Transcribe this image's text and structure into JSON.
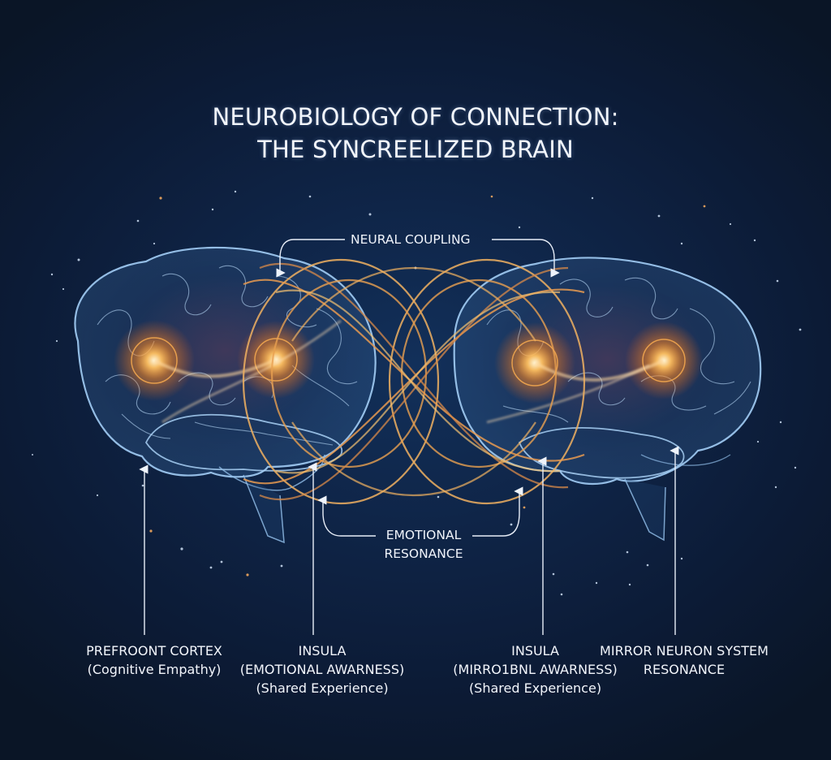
{
  "title": {
    "line1": "NEUROBIOLOGY OF CONNECTION:",
    "line2": "THE SYNCREELIZED BRAIN"
  },
  "connectors": {
    "top": {
      "label": "NEURAL COUPLING",
      "icon": "curved-arrow-down-icon"
    },
    "bottom": {
      "line1": "EMOTIONAL",
      "line2": "RESONANCE",
      "icon": "curved-arrow-up-icon"
    }
  },
  "brains": [
    {
      "side": "left",
      "glow_nodes": 2
    },
    {
      "side": "right",
      "glow_nodes": 2
    }
  ],
  "callouts": [
    {
      "line1": "PREFROONT CORTEX",
      "line2": "(Cognitive Empathy)",
      "icon": "arrow-up-icon"
    },
    {
      "line1": "INSULA",
      "line2": "(EMOTIONAL AWARNESS)",
      "line3": "(Shared Experience)",
      "icon": "arrow-up-icon"
    },
    {
      "line1": "INSULA",
      "line2": "(MIRRO1BNL AWARNESS)",
      "line3": "(Shared Experience)",
      "icon": "arrow-up-icon"
    },
    {
      "line1": "MIRROR NEURON SYSTEM",
      "line2": "RESONANCE",
      "icon": "arrow-up-icon"
    }
  ],
  "colors": {
    "background": "#0f2548",
    "brain_outline": "#9cc6ee",
    "glow": "#ff9a2e",
    "coupling_lines": "#f0b060",
    "text": "#f2f5fb"
  }
}
